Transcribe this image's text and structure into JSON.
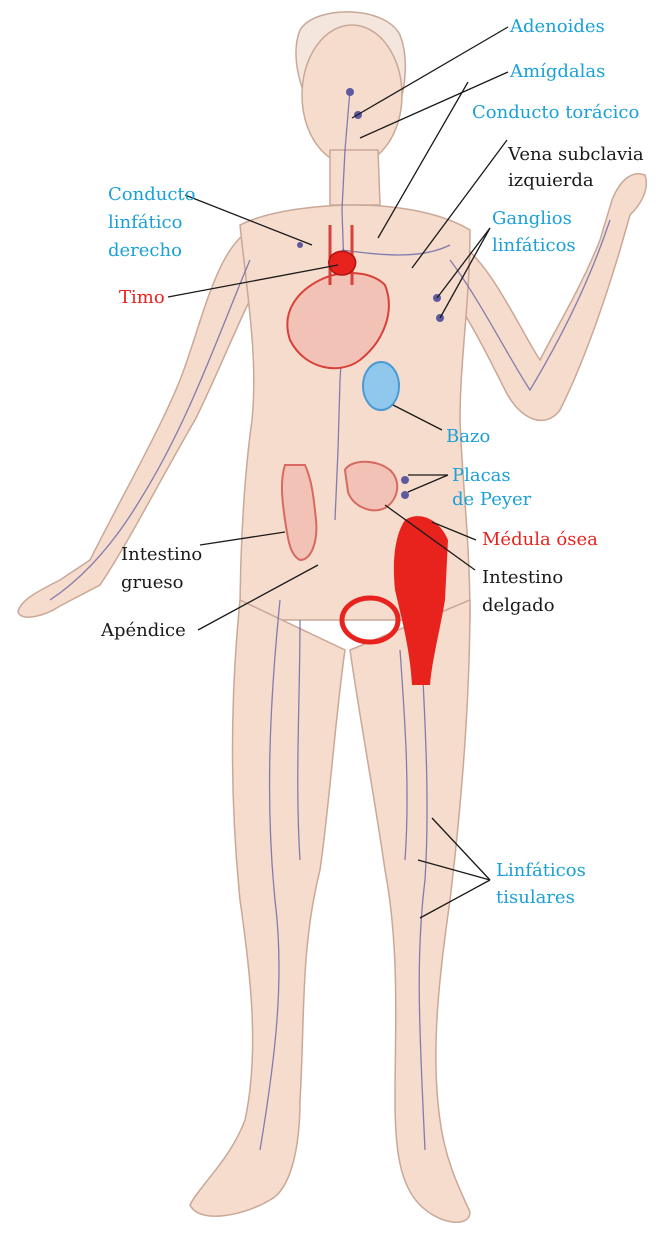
{
  "colors": {
    "blue_label": "#1aa0d8",
    "red_label": "#e8231e",
    "black_label": "#1a1a1a",
    "skin_fill": "#f6dccd",
    "skin_outline": "#c9a898",
    "lymph_vessel": "#6e6aa8",
    "bone_marrow": "#e8231e",
    "spleen": "#8fc8ec"
  },
  "labels": {
    "adenoides": "Adenoides",
    "amigdalas": "Amígdalas",
    "conducto_toracico": "Conducto torácico",
    "vena_subclavia_1": "Vena subclavia",
    "vena_subclavia_2": "izquierda",
    "conducto_linfatico_1": "Conducto",
    "conducto_linfatico_2": "linfático",
    "conducto_linfatico_3": "derecho",
    "ganglios_1": "Ganglios",
    "ganglios_2": "linfáticos",
    "timo": "Timo",
    "bazo": "Bazo",
    "placas_1": "Placas",
    "placas_2": "de Peyer",
    "medula": "Médula ósea",
    "intestino_grueso_1": "Intestino",
    "intestino_grueso_2": "grueso",
    "intestino_delgado_1": "Intestino",
    "intestino_delgado_2": "delgado",
    "apendice": "Apéndice",
    "linfaticos_1": "Linfáticos",
    "linfaticos_2": "tisulares"
  }
}
